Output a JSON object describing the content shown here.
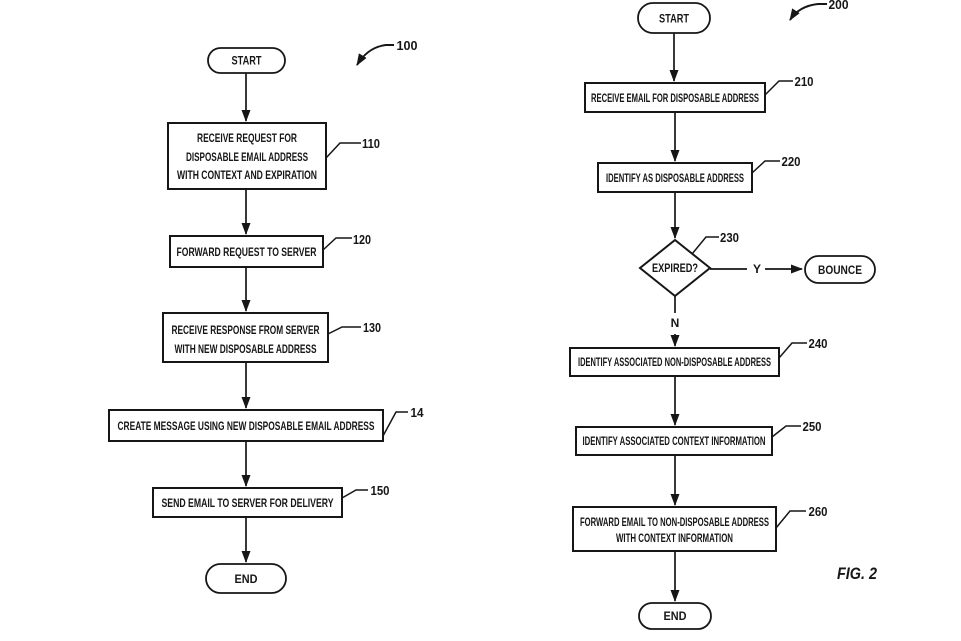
{
  "colors": {
    "ink": "#161616",
    "background": "#ffffff"
  },
  "figure1": {
    "ref_label": "100",
    "start": "START",
    "end": "END",
    "steps": {
      "s110": {
        "ref": "110",
        "line1": "RECEIVE REQUEST FOR",
        "line2": "DISPOSABLE EMAIL ADDRESS",
        "line3": "WITH CONTEXT AND EXPIRATION"
      },
      "s120": {
        "ref": "120",
        "line1": "FORWARD REQUEST TO SERVER"
      },
      "s130": {
        "ref": "130",
        "line1": "RECEIVE RESPONSE FROM SERVER",
        "line2": "WITH NEW DISPOSABLE ADDRESS"
      },
      "s140": {
        "ref": "14",
        "line1": "CREATE MESSAGE USING NEW DISPOSABLE EMAIL ADDRESS"
      },
      "s150": {
        "ref": "150",
        "line1": "SEND EMAIL TO SERVER FOR DELIVERY"
      }
    }
  },
  "figure2": {
    "ref_label": "200",
    "fig_caption": "FIG. 2",
    "start": "START",
    "end": "END",
    "bounce": "BOUNCE",
    "decision": {
      "ref": "230",
      "text": "EXPIRED?",
      "yes": "Y",
      "no": "N"
    },
    "steps": {
      "s210": {
        "ref": "210",
        "line1": "RECEIVE EMAIL FOR DISPOSABLE ADDRESS"
      },
      "s220": {
        "ref": "220",
        "line1": "IDENTIFY AS DISPOSABLE ADDRESS"
      },
      "s240": {
        "ref": "240",
        "line1": "IDENTIFY ASSOCIATED NON-DISPOSABLE ADDRESS"
      },
      "s250": {
        "ref": "250",
        "line1": "IDENTIFY ASSOCIATED CONTEXT INFORMATION"
      },
      "s260": {
        "ref": "260",
        "line1": "FORWARD EMAIL TO NON-DISPOSABLE ADDRESS",
        "line2": "WITH CONTEXT INFORMATION"
      }
    }
  }
}
